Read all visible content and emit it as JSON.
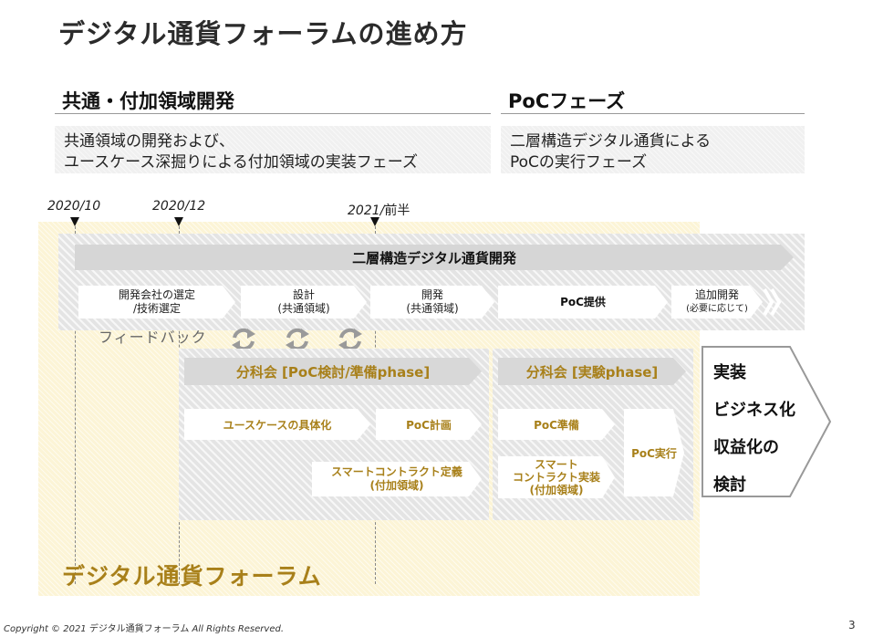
{
  "title": "デジタル通貨フォーラムの進め方",
  "left_section": {
    "heading": "共通・付加領域開発",
    "desc_line1": "共通領域の開発および、",
    "desc_line2": "ユースケース深掘りによる付加領域の実装フェーズ"
  },
  "right_section": {
    "heading": "PoCフェーズ",
    "desc_line1": "二層構造デジタル通貨による",
    "desc_line2": "PoCの実行フェーズ"
  },
  "timeline": {
    "date1": "2020/10",
    "date2": "2020/12",
    "date3_year": "2021/",
    "date3_suffix": "前半"
  },
  "main_track": {
    "label": "二層構造デジタル通貨開発",
    "steps": [
      {
        "line1": "開発会社の選定",
        "line2": "/技術選定"
      },
      {
        "line1": "設計",
        "line2": "(共通領域)"
      },
      {
        "line1": "開発",
        "line2": "(共通領域)"
      },
      {
        "line1": "PoC提供",
        "line2": ""
      },
      {
        "line1": "追加開発",
        "line2": "(必要に応じて)"
      }
    ]
  },
  "feedback_label": "フィードバック",
  "wg1": {
    "label": "分科会 [PoC検討/準備phase]",
    "usecase": "ユースケースの具体化",
    "poc_plan": "PoC計画",
    "smart_line1": "スマートコントラクト定義",
    "smart_line2": "(付加領域)"
  },
  "wg2": {
    "label": "分科会 [実験phase]",
    "poc_prep": "PoC準備",
    "smart_line1": "スマート",
    "smart_line2": "コントラクト実装",
    "smart_line3": "(付加領域)",
    "poc_exec": "PoC実行"
  },
  "outcome": {
    "lines": [
      "実装",
      "ビジネス化",
      "収益化の",
      "検討"
    ]
  },
  "forum_label": "デジタル通貨フォーラム",
  "footer": {
    "copyright_prefix": "Copyright © 2021 ",
    "copyright_name": "デジタル通貨フォーラム",
    "copyright_suffix": " All Rights Reserved.",
    "page_number": "3"
  },
  "colors": {
    "gold": "#a8801a",
    "forum_bg": "#fcf4d6"
  }
}
